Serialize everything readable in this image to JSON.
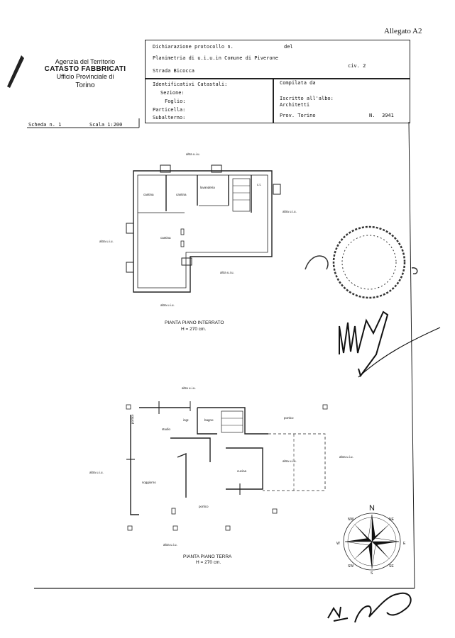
{
  "document": {
    "attachment": "Allegato A2",
    "agency": {
      "line1": "Agenzia del Territorio",
      "line2": "CATASTO FABBRICATI",
      "line3": "Ufficio Provinciale di",
      "line4": "Torino"
    },
    "declaration": {
      "protocol_label": "Dichiarazione protocollo n.",
      "date_label": "del",
      "planimetry_label": "Planimetria di u.i.u.in Comune di Piverone",
      "street": "Strada Bicocca",
      "civ": "civ. 2"
    },
    "identifiers": {
      "title": "Identificativi Catastali:",
      "sezione": "Sezione:",
      "foglio": "Foglio:",
      "particella": "Particella:",
      "subalterno": "Subalterno:"
    },
    "compiler": {
      "compiled_by": "Compilata da",
      "registered": "Iscritto all'albo:",
      "profession": "Architetti",
      "province": "Prov. Torino",
      "number_label": "N.",
      "number": "3941"
    },
    "sheet": {
      "scheda": "Scheda n. 1",
      "scala": "Scala 1:200"
    }
  },
  "floor_plans": {
    "basement": {
      "title": "PIANTA PIANO INTERRATO",
      "height": "H = 270 cm.",
      "labels": {
        "altra_top": "altra u.i.u.",
        "altra_left": "altra u.i.u.",
        "altra_right": "altra u.i.u.",
        "altra_bottom_right": "altra u.i.u.",
        "altra_bottom": "altra u.i.u.",
        "cantina1": "cantina",
        "cantina2": "cantina",
        "lavanderia": "lavanderia",
        "ct": "c.t.",
        "cantina3": "cantina"
      }
    },
    "ground": {
      "title": "PIANTA PIANO TERRA",
      "height": "H = 270 cm.",
      "labels": {
        "altra_top": "altra u.i.u.",
        "altra_left": "altra u.i.u.",
        "altra_right": "altra u.i.u.",
        "altra_bottom": "altra u.i.u.",
        "portico_left": "portico",
        "studio": "studio",
        "ingr": "ingr.",
        "bagno": "bagno",
        "portico_top": "portico",
        "altra_inner": "altra u.i.u.",
        "cucina": "cucina",
        "soggiorno": "soggiorno",
        "portico_bottom": "portico"
      }
    }
  },
  "compass": {
    "north": "N",
    "ne": "NE",
    "e": "E",
    "se": "SE",
    "s": "S",
    "sw": "SW",
    "w": "W",
    "nw": "NW"
  }
}
